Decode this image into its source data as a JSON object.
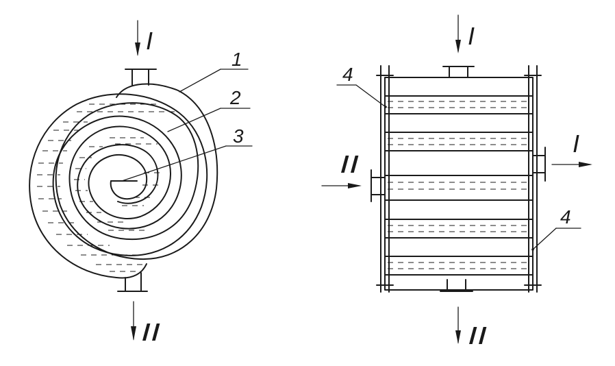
{
  "spiral_view": {
    "labels": {
      "top_flow": "I",
      "bottom_flow": "II",
      "callout_1": "1",
      "callout_2": "2",
      "callout_3": "3"
    }
  },
  "side_view": {
    "labels": {
      "top_flow": "I",
      "right_flow": "I",
      "left_flow": "II",
      "bottom_flow": "II",
      "callout_4_top": "4",
      "callout_4_bottom": "4"
    }
  }
}
